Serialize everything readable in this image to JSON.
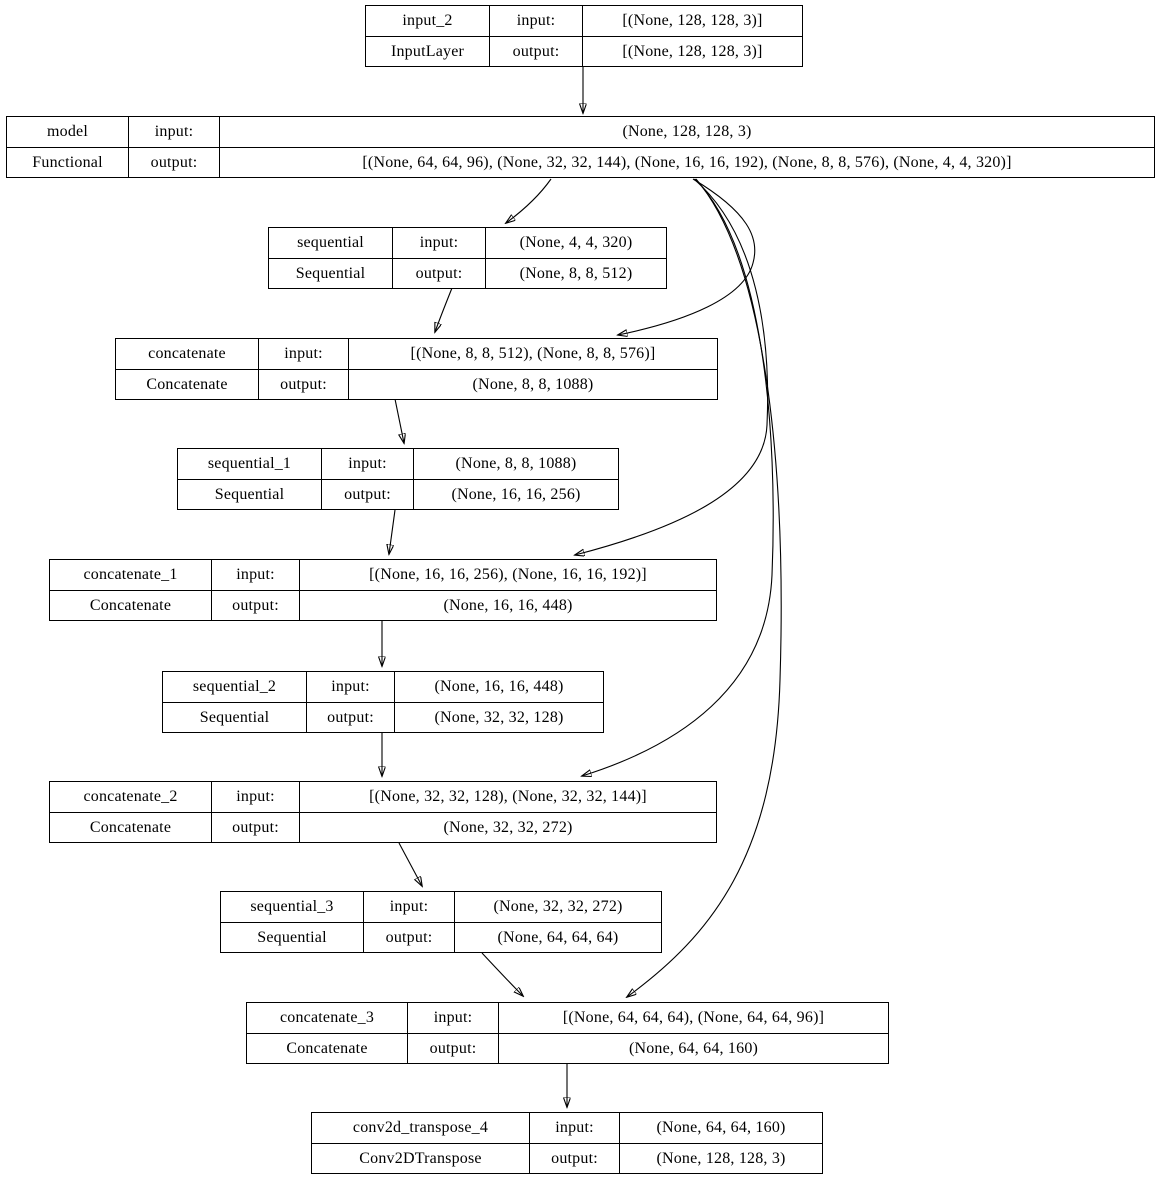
{
  "diagram": {
    "kind": "keras-model-plot",
    "colors": {
      "background": "#ffffff",
      "line": "#000000",
      "text": "#000000"
    }
  },
  "labels": {
    "input": "input:",
    "output": "output:"
  },
  "nodes": [
    {
      "name": "input_2",
      "type": "InputLayer",
      "input": "[(None, 128, 128, 3)]",
      "output": "[(None, 128, 128, 3)]"
    },
    {
      "name": "model",
      "type": "Functional",
      "input": "(None, 128, 128, 3)",
      "output": "[(None, 64, 64, 96), (None, 32, 32, 144), (None, 16, 16, 192), (None, 8, 8, 576), (None, 4, 4, 320)]"
    },
    {
      "name": "sequential",
      "type": "Sequential",
      "input": "(None, 4, 4, 320)",
      "output": "(None, 8, 8, 512)"
    },
    {
      "name": "concatenate",
      "type": "Concatenate",
      "input": "[(None, 8, 8, 512), (None, 8, 8, 576)]",
      "output": "(None, 8, 8, 1088)"
    },
    {
      "name": "sequential_1",
      "type": "Sequential",
      "input": "(None, 8, 8, 1088)",
      "output": "(None, 16, 16, 256)"
    },
    {
      "name": "concatenate_1",
      "type": "Concatenate",
      "input": "[(None, 16, 16, 256), (None, 16, 16, 192)]",
      "output": "(None, 16, 16, 448)"
    },
    {
      "name": "sequential_2",
      "type": "Sequential",
      "input": "(None, 16, 16, 448)",
      "output": "(None, 32, 32, 128)"
    },
    {
      "name": "concatenate_2",
      "type": "Concatenate",
      "input": "[(None, 32, 32, 128), (None, 32, 32, 144)]",
      "output": "(None, 32, 32, 272)"
    },
    {
      "name": "sequential_3",
      "type": "Sequential",
      "input": "(None, 32, 32, 272)",
      "output": "(None, 64, 64, 64)"
    },
    {
      "name": "concatenate_3",
      "type": "Concatenate",
      "input": "[(None, 64, 64, 64), (None, 64, 64, 96)]",
      "output": "(None, 64, 64, 160)"
    },
    {
      "name": "conv2d_transpose_4",
      "type": "Conv2DTranspose",
      "input": "(None, 64, 64, 160)",
      "output": "(None, 128, 128, 3)"
    }
  ],
  "edges": [
    {
      "from": "input_2",
      "to": "model"
    },
    {
      "from": "model",
      "to": "sequential"
    },
    {
      "from": "model",
      "to": "concatenate"
    },
    {
      "from": "model",
      "to": "concatenate_1"
    },
    {
      "from": "model",
      "to": "concatenate_2"
    },
    {
      "from": "model",
      "to": "concatenate_3"
    },
    {
      "from": "sequential",
      "to": "concatenate"
    },
    {
      "from": "concatenate",
      "to": "sequential_1"
    },
    {
      "from": "sequential_1",
      "to": "concatenate_1"
    },
    {
      "from": "concatenate_1",
      "to": "sequential_2"
    },
    {
      "from": "sequential_2",
      "to": "concatenate_2"
    },
    {
      "from": "concatenate_2",
      "to": "sequential_3"
    },
    {
      "from": "sequential_3",
      "to": "concatenate_3"
    },
    {
      "from": "concatenate_3",
      "to": "conv2d_transpose_4"
    }
  ]
}
